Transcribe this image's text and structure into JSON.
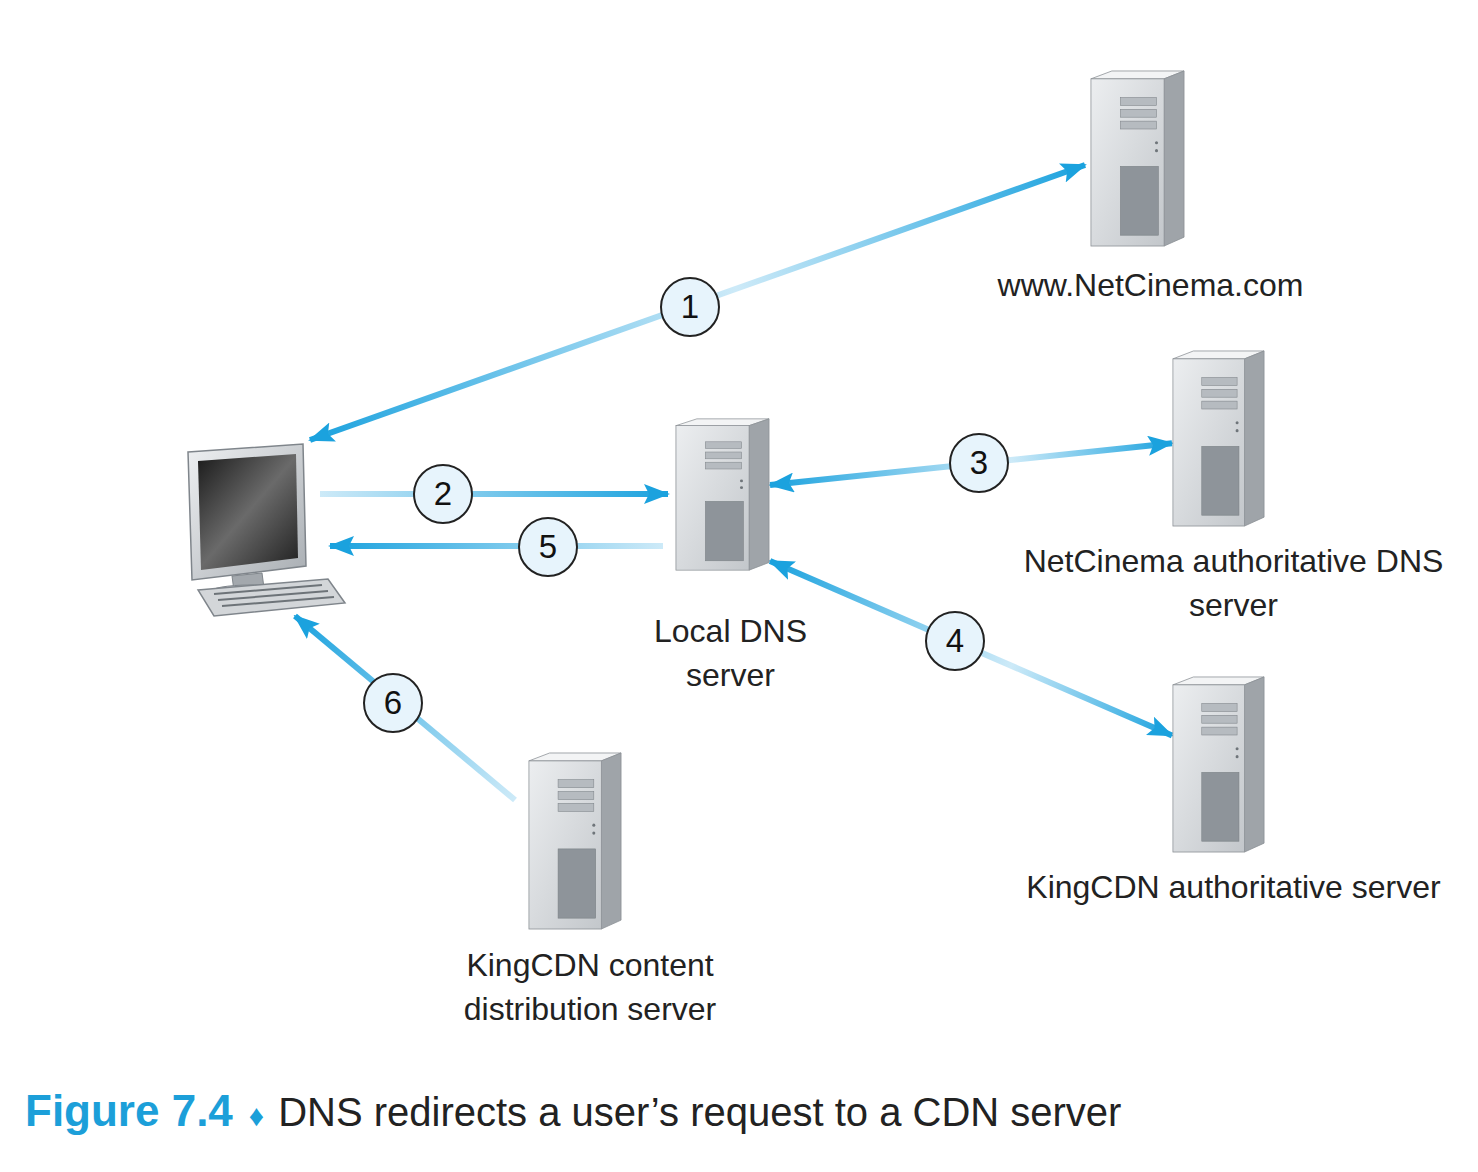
{
  "diagram": {
    "caption": "DNS redirects a user’s request to a CDN server",
    "nodes": [
      {
        "text": [
          "www.NetCinema.com"
        ]
      },
      {
        "text": [
          "Local DNS server"
        ]
      },
      {
        "text": [
          "NetCinema authoritative DNS server"
        ]
      },
      {
        "text": [
          "KingCDN authoritative server"
        ]
      },
      {
        "text": [
          "KingCDN content distribution server"
        ]
      }
    ],
    "edges": [
      {
        "from": 1,
        "to": 2,
        "arrow": "both",
        "label": "3"
      },
      {
        "from": 1,
        "to": 3,
        "arrow": "both",
        "label": "4"
      }
    ],
    "labels": [
      "1",
      "2",
      "5",
      "6",
      "Figure 7.4",
      "♦"
    ]
  }
}
